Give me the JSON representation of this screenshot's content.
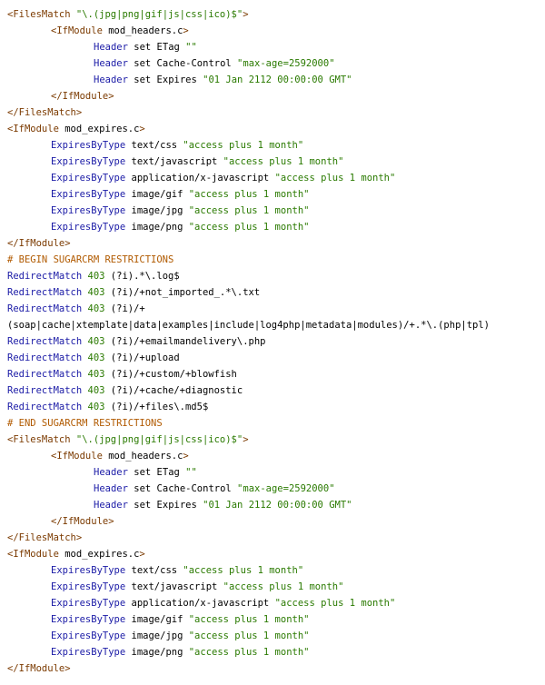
{
  "lines": [
    {
      "indent": 0,
      "tokens": [
        [
          "tag",
          "<FilesMatch"
        ],
        [
          "txt",
          " "
        ],
        [
          "str",
          "\"\\.(jpg|png|gif|js|css|ico)$\""
        ],
        [
          "tag",
          ">"
        ]
      ]
    },
    {
      "indent": 1,
      "tokens": [
        [
          "tag",
          "<IfModule"
        ],
        [
          "txt",
          " mod_headers.c"
        ],
        [
          "tag",
          ">"
        ]
      ]
    },
    {
      "indent": 2,
      "tokens": [
        [
          "kw",
          "Header"
        ],
        [
          "txt",
          " set ETag "
        ],
        [
          "str",
          "\"\""
        ]
      ]
    },
    {
      "indent": 2,
      "tokens": [
        [
          "kw",
          "Header"
        ],
        [
          "txt",
          " set Cache-Control "
        ],
        [
          "str",
          "\"max-age=2592000\""
        ]
      ]
    },
    {
      "indent": 2,
      "tokens": [
        [
          "kw",
          "Header"
        ],
        [
          "txt",
          " set Expires "
        ],
        [
          "str",
          "\"01 Jan 2112 00:00:00 GMT\""
        ]
      ]
    },
    {
      "indent": 1,
      "tokens": [
        [
          "tag",
          "</IfModule>"
        ]
      ]
    },
    {
      "indent": 0,
      "tokens": [
        [
          "tag",
          "</FilesMatch>"
        ]
      ]
    },
    {
      "indent": 0,
      "tokens": [
        [
          "tag",
          "<IfModule"
        ],
        [
          "txt",
          " mod_expires.c"
        ],
        [
          "tag",
          ">"
        ]
      ]
    },
    {
      "indent": 1,
      "tokens": [
        [
          "kw",
          "ExpiresByType"
        ],
        [
          "txt",
          " text/css "
        ],
        [
          "str",
          "\"access plus 1 month\""
        ]
      ]
    },
    {
      "indent": 1,
      "tokens": [
        [
          "kw",
          "ExpiresByType"
        ],
        [
          "txt",
          " text/javascript "
        ],
        [
          "str",
          "\"access plus 1 month\""
        ]
      ]
    },
    {
      "indent": 1,
      "tokens": [
        [
          "kw",
          "ExpiresByType"
        ],
        [
          "txt",
          " application/x-javascript "
        ],
        [
          "str",
          "\"access plus 1 month\""
        ]
      ]
    },
    {
      "indent": 1,
      "tokens": [
        [
          "kw",
          "ExpiresByType"
        ],
        [
          "txt",
          " image/gif "
        ],
        [
          "str",
          "\"access plus 1 month\""
        ]
      ]
    },
    {
      "indent": 1,
      "tokens": [
        [
          "kw",
          "ExpiresByType"
        ],
        [
          "txt",
          " image/jpg "
        ],
        [
          "str",
          "\"access plus 1 month\""
        ]
      ]
    },
    {
      "indent": 1,
      "tokens": [
        [
          "kw",
          "ExpiresByType"
        ],
        [
          "txt",
          " image/png "
        ],
        [
          "str",
          "\"access plus 1 month\""
        ]
      ]
    },
    {
      "indent": 0,
      "tokens": [
        [
          "tag",
          "</IfModule>"
        ]
      ]
    },
    {
      "indent": 0,
      "tokens": [
        [
          "cm",
          "# BEGIN SUGARCRM RESTRICTIONS"
        ]
      ]
    },
    {
      "indent": 0,
      "tokens": [
        [
          "kw",
          "RedirectMatch"
        ],
        [
          "txt",
          " "
        ],
        [
          "num",
          "403"
        ],
        [
          "txt",
          " (?i).*\\.log$"
        ]
      ]
    },
    {
      "indent": 0,
      "tokens": [
        [
          "kw",
          "RedirectMatch"
        ],
        [
          "txt",
          " "
        ],
        [
          "num",
          "403"
        ],
        [
          "txt",
          " (?i)/+not_imported_.*\\.txt"
        ]
      ]
    },
    {
      "indent": 0,
      "tokens": [
        [
          "kw",
          "RedirectMatch"
        ],
        [
          "txt",
          " "
        ],
        [
          "num",
          "403"
        ],
        [
          "txt",
          " (?i)/+"
        ]
      ]
    },
    {
      "indent": 0,
      "tokens": [
        [
          "txt",
          "(soap|cache|xtemplate|data|examples|include|log4php|metadata|modules)/+.*\\.(php|tpl)"
        ]
      ]
    },
    {
      "indent": 0,
      "tokens": [
        [
          "kw",
          "RedirectMatch"
        ],
        [
          "txt",
          " "
        ],
        [
          "num",
          "403"
        ],
        [
          "txt",
          " (?i)/+emailmandelivery\\.php"
        ]
      ]
    },
    {
      "indent": 0,
      "tokens": [
        [
          "kw",
          "RedirectMatch"
        ],
        [
          "txt",
          " "
        ],
        [
          "num",
          "403"
        ],
        [
          "txt",
          " (?i)/+upload"
        ]
      ]
    },
    {
      "indent": 0,
      "tokens": [
        [
          "kw",
          "RedirectMatch"
        ],
        [
          "txt",
          " "
        ],
        [
          "num",
          "403"
        ],
        [
          "txt",
          " (?i)/+custom/+blowfish"
        ]
      ]
    },
    {
      "indent": 0,
      "tokens": [
        [
          "kw",
          "RedirectMatch"
        ],
        [
          "txt",
          " "
        ],
        [
          "num",
          "403"
        ],
        [
          "txt",
          " (?i)/+cache/+diagnostic"
        ]
      ]
    },
    {
      "indent": 0,
      "tokens": [
        [
          "kw",
          "RedirectMatch"
        ],
        [
          "txt",
          " "
        ],
        [
          "num",
          "403"
        ],
        [
          "txt",
          " (?i)/+files\\.md5$"
        ]
      ]
    },
    {
      "indent": 0,
      "tokens": [
        [
          "cm",
          "# END SUGARCRM RESTRICTIONS"
        ]
      ]
    },
    {
      "indent": 0,
      "tokens": [
        [
          "tag",
          "<FilesMatch"
        ],
        [
          "txt",
          " "
        ],
        [
          "str",
          "\"\\.(jpg|png|gif|js|css|ico)$\""
        ],
        [
          "tag",
          ">"
        ]
      ]
    },
    {
      "indent": 1,
      "tokens": [
        [
          "tag",
          "<IfModule"
        ],
        [
          "txt",
          " mod_headers.c"
        ],
        [
          "tag",
          ">"
        ]
      ]
    },
    {
      "indent": 2,
      "tokens": [
        [
          "kw",
          "Header"
        ],
        [
          "txt",
          " set ETag "
        ],
        [
          "str",
          "\"\""
        ]
      ]
    },
    {
      "indent": 2,
      "tokens": [
        [
          "kw",
          "Header"
        ],
        [
          "txt",
          " set Cache-Control "
        ],
        [
          "str",
          "\"max-age=2592000\""
        ]
      ]
    },
    {
      "indent": 2,
      "tokens": [
        [
          "kw",
          "Header"
        ],
        [
          "txt",
          " set Expires "
        ],
        [
          "str",
          "\"01 Jan 2112 00:00:00 GMT\""
        ]
      ]
    },
    {
      "indent": 1,
      "tokens": [
        [
          "tag",
          "</IfModule>"
        ]
      ]
    },
    {
      "indent": 0,
      "tokens": [
        [
          "tag",
          "</FilesMatch>"
        ]
      ]
    },
    {
      "indent": 0,
      "tokens": [
        [
          "tag",
          "<IfModule"
        ],
        [
          "txt",
          " mod_expires.c"
        ],
        [
          "tag",
          ">"
        ]
      ]
    },
    {
      "indent": 1,
      "tokens": [
        [
          "kw",
          "ExpiresByType"
        ],
        [
          "txt",
          " text/css "
        ],
        [
          "str",
          "\"access plus 1 month\""
        ]
      ]
    },
    {
      "indent": 1,
      "tokens": [
        [
          "kw",
          "ExpiresByType"
        ],
        [
          "txt",
          " text/javascript "
        ],
        [
          "str",
          "\"access plus 1 month\""
        ]
      ]
    },
    {
      "indent": 1,
      "tokens": [
        [
          "kw",
          "ExpiresByType"
        ],
        [
          "txt",
          " application/x-javascript "
        ],
        [
          "str",
          "\"access plus 1 month\""
        ]
      ]
    },
    {
      "indent": 1,
      "tokens": [
        [
          "kw",
          "ExpiresByType"
        ],
        [
          "txt",
          " image/gif "
        ],
        [
          "str",
          "\"access plus 1 month\""
        ]
      ]
    },
    {
      "indent": 1,
      "tokens": [
        [
          "kw",
          "ExpiresByType"
        ],
        [
          "txt",
          " image/jpg "
        ],
        [
          "str",
          "\"access plus 1 month\""
        ]
      ]
    },
    {
      "indent": 1,
      "tokens": [
        [
          "kw",
          "ExpiresByType"
        ],
        [
          "txt",
          " image/png "
        ],
        [
          "str",
          "\"access plus 1 month\""
        ]
      ]
    },
    {
      "indent": 0,
      "tokens": [
        [
          "tag",
          "</IfModule>"
        ]
      ]
    }
  ]
}
